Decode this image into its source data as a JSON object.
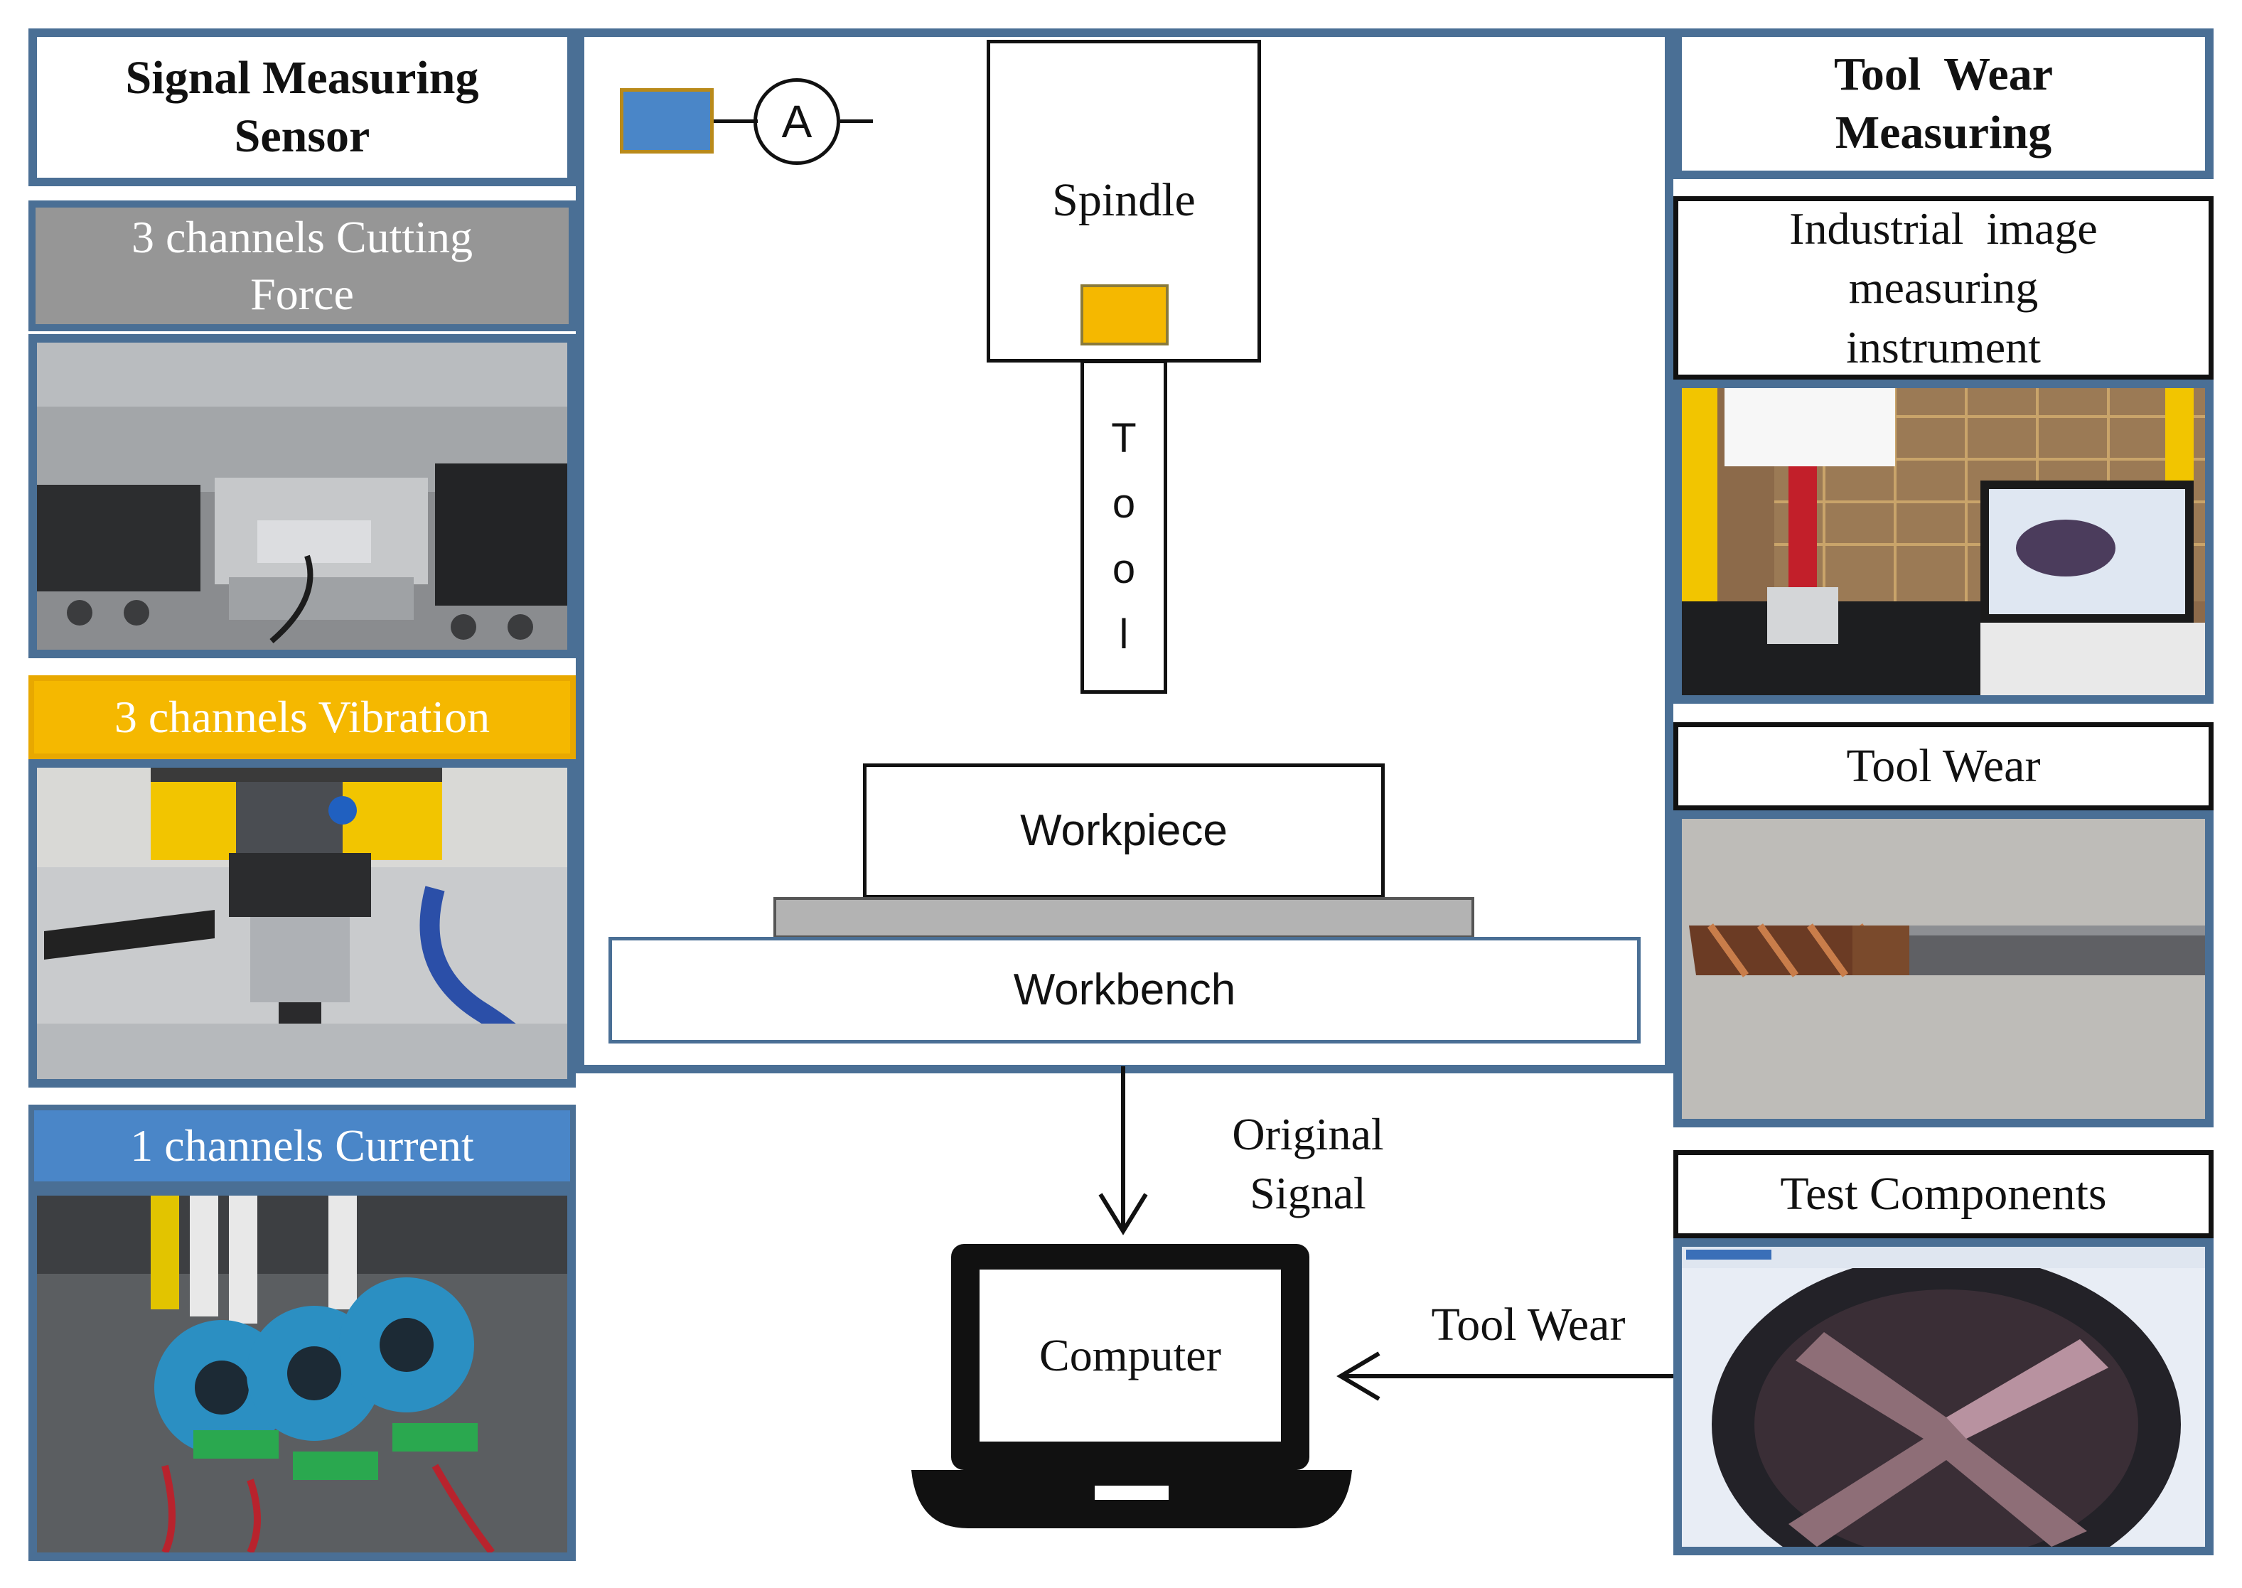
{
  "left_panel": {
    "title_line1": "Signal Measuring",
    "title_line2": "Sensor",
    "force_label_line1": "3 channels  Cutting",
    "force_label_line2": "Force",
    "vibration_label": "3 channels  Vibration",
    "current_label": "1 channels  Current"
  },
  "center_panel": {
    "ammeter_symbol": "A",
    "spindle_label": "Spindle",
    "tool_label": [
      "T",
      "o",
      "o",
      "l"
    ],
    "workpiece_label": "Workpiece",
    "workbench_label": "Workbench",
    "signal_label_line1": "Original",
    "signal_label_line2": "Signal",
    "computer_label": "Computer",
    "toolwear_arrow_label": "Tool Wear"
  },
  "right_panel": {
    "title_line1": "Tool  Wear",
    "title_line2": "Measuring",
    "instrument_label_line1": "Industrial  image",
    "instrument_label_line2": "measuring",
    "instrument_label_line3": "instrument",
    "toolwear_label": "Tool Wear",
    "components_label": "Test Components"
  },
  "colors": {
    "frame_blue": "#4a6f95",
    "force_gray": "#969696",
    "vibration_yellow": "#f5b800",
    "current_blue": "#4a86c8",
    "sensor_blue": "#4a86c8",
    "sensor_yellow": "#f5b800"
  },
  "icons": [
    "ammeter-icon",
    "laptop-icon",
    "down-arrow-icon",
    "left-arrow-icon"
  ]
}
